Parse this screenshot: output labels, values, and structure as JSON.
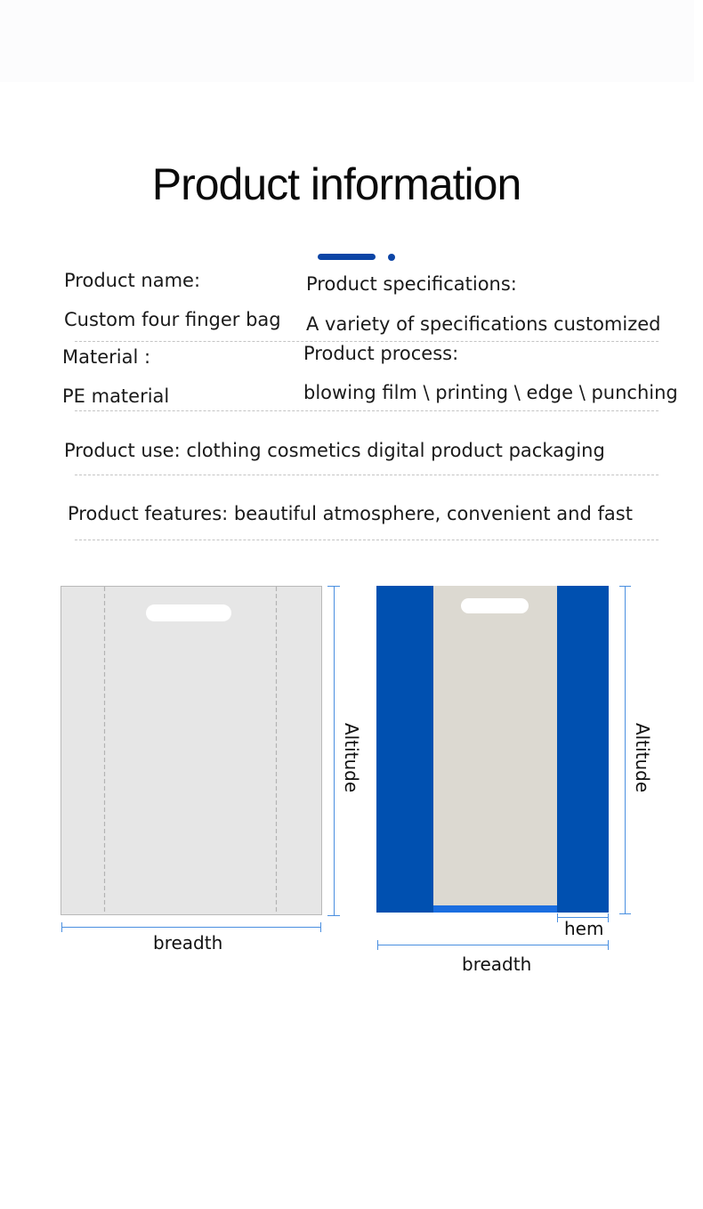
{
  "title": "Product information",
  "info": {
    "name_label": "Product name:",
    "name_value": "Custom four finger bag",
    "spec_label": "Product specifications:",
    "spec_value": "A variety of specifications customized",
    "material_label": "Material :",
    "material_value": "PE material",
    "process_label": "Product process:",
    "process_value": "blowing film \\ printing \\ edge \\ punching",
    "use_line": "Product use: clothing cosmetics digital product packaging",
    "features_line": "Product features: beautiful atmosphere, convenient and fast"
  },
  "diagram": {
    "left_height_label": "Altitude",
    "left_width_label": "breadth",
    "right_height_label": "Altitude",
    "right_width_label": "breadth",
    "hem_label": "hem"
  },
  "colors": {
    "accent": "#0c45a6",
    "bag_blue": "#0050b0",
    "bag_blue_bottom": "#1a6ee0",
    "bag_inner": "#dcd9d1",
    "bag_plain": "#e6e6e6",
    "dim_line": "#4a8fe0"
  }
}
